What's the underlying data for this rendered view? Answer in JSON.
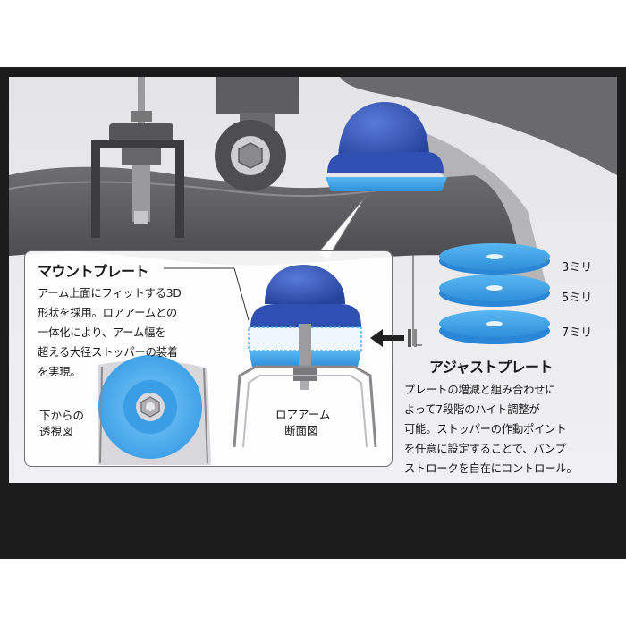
{
  "mount_plate": {
    "title": "マウントプレート",
    "description": [
      "アーム上面にフィットする3D",
      "形状を採用。ロアアームとの",
      "一体化により、アーム幅を",
      "超える大径ストッパーの装着",
      "を実現。"
    ]
  },
  "bottom_view_label": [
    "下からの",
    "透視図"
  ],
  "lower_arm_section_label": [
    "ロアアーム",
    "断面図"
  ],
  "adjust_plate": {
    "title": "アジャストプレート",
    "sizes": [
      "3ミリ",
      "5ミリ",
      "7ミリ"
    ],
    "description": [
      "プレートの増減と組み合わせに",
      "よって7段階のハイト調整が",
      "可能。ストッパーの作動ポイント",
      "を任意に設定することで、バンプ",
      "ストロークを自在にコントロール。"
    ]
  },
  "colors": {
    "frame": "#1c1c1c",
    "stopper_blue": "#2e4fb0",
    "plate_blue": "#3aa0e8",
    "metal_gray": "#5a5a5e"
  }
}
